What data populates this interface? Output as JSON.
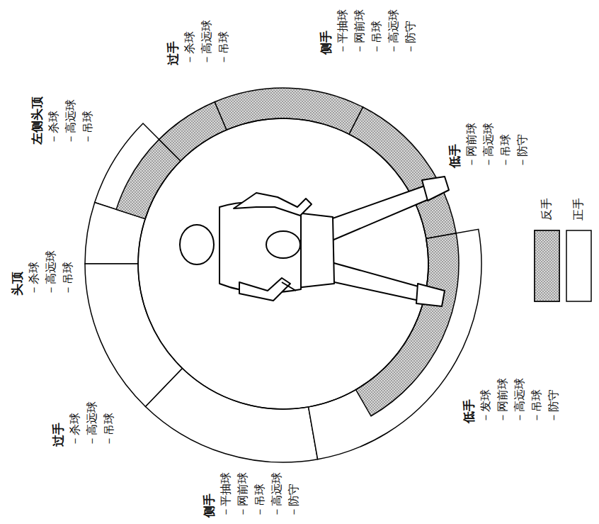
{
  "diagram": {
    "nodes": [
      {
        "text": [
          "左侧头顶",
          "－杀球",
          "－高远球",
          "－吊球"
        ]
      },
      {
        "text": [
          "过手",
          "－杀球",
          "－高远球",
          "－吊球"
        ]
      },
      {
        "text": [
          "侧手",
          "－平抽球",
          "－网前球",
          "－吊球",
          "－高远球",
          "－防守"
        ]
      },
      {
        "text": [
          "低手",
          "－网前球",
          "－高远球",
          "－吊球",
          "－防守"
        ]
      },
      {
        "text": [
          "头顶",
          "－杀球",
          "－高远球",
          "－吊球"
        ]
      },
      {
        "text": [
          "过手",
          "－杀球",
          "－高远球",
          "－吊球"
        ]
      },
      {
        "text": [
          "侧手",
          "－平抽球",
          "－网前球",
          "－吊球",
          "－高远球",
          "－防守"
        ]
      },
      {
        "text": [
          "低手",
          "－发球",
          "－网前球",
          "－高远球",
          "－吊球",
          "－防守"
        ]
      }
    ],
    "legend": [
      {
        "text": "反手",
        "color": "#d9d9d9"
      },
      {
        "text": "正手",
        "color": "#ffffff"
      }
    ]
  }
}
